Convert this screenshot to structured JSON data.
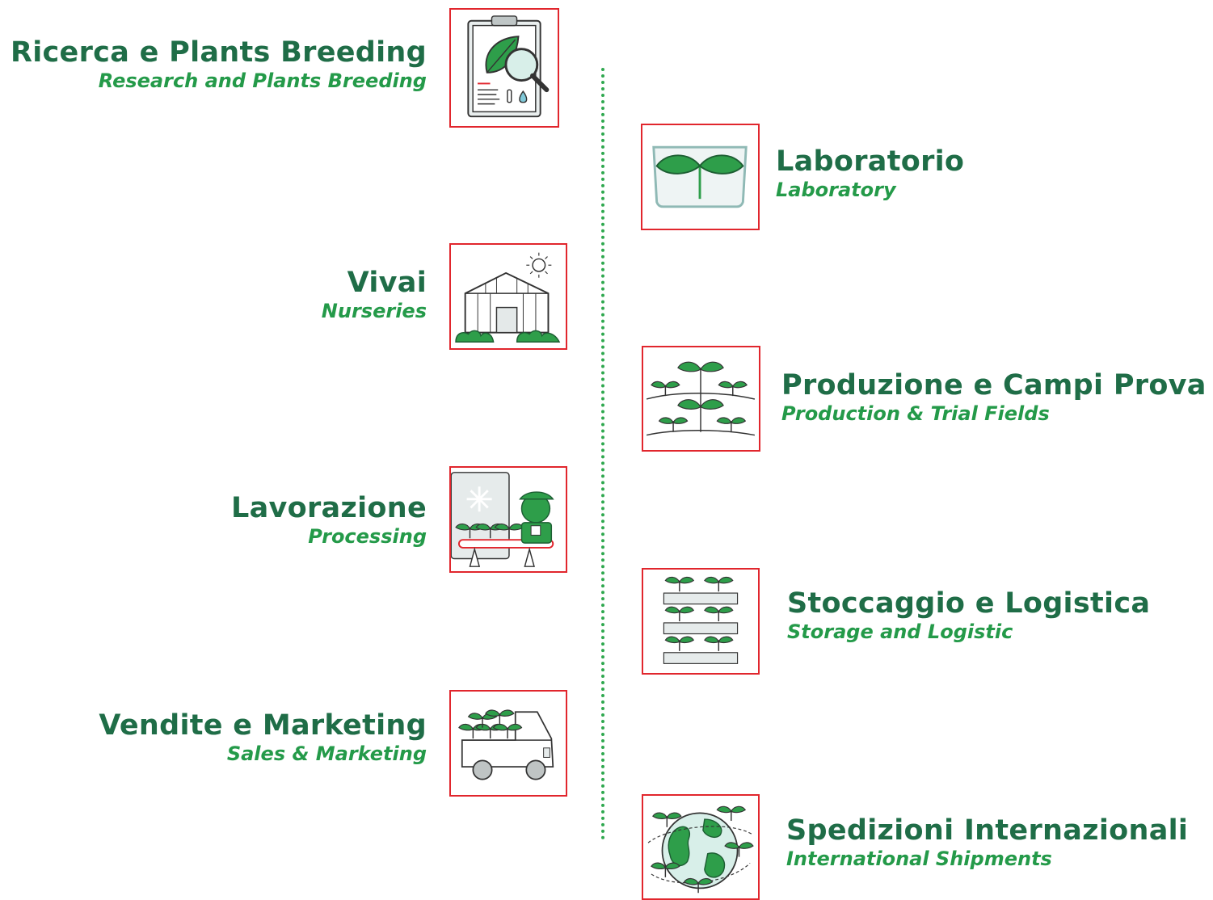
{
  "colors": {
    "title": "#1f6d47",
    "subtitle": "#249a49",
    "frame": "#e1262d",
    "timeline": "#2fa84f",
    "leaf": "#2e9e4a"
  },
  "steps": [
    {
      "title": "Ricerca e Plants Breeding",
      "subtitle": "Research and Plants Breeding",
      "icon": "clipboard-leaf-magnifier-icon"
    },
    {
      "title": "Laboratorio",
      "subtitle": "Laboratory",
      "icon": "seedling-tray-icon"
    },
    {
      "title": "Vivai",
      "subtitle": "Nurseries",
      "icon": "greenhouse-icon"
    },
    {
      "title": "Produzione e Campi Prova",
      "subtitle": "Production & Trial Fields",
      "icon": "field-seedlings-icon"
    },
    {
      "title": "Lavorazione",
      "subtitle": "Processing",
      "icon": "processing-conveyor-icon"
    },
    {
      "title": "Stoccaggio e Logistica",
      "subtitle": "Storage and Logistic",
      "icon": "stacked-crates-icon"
    },
    {
      "title": "Vendite e Marketing",
      "subtitle": "Sales & Marketing",
      "icon": "delivery-truck-icon"
    },
    {
      "title": "Spedizioni Internazionali",
      "subtitle": "International Shipments",
      "icon": "globe-seedlings-icon"
    }
  ]
}
